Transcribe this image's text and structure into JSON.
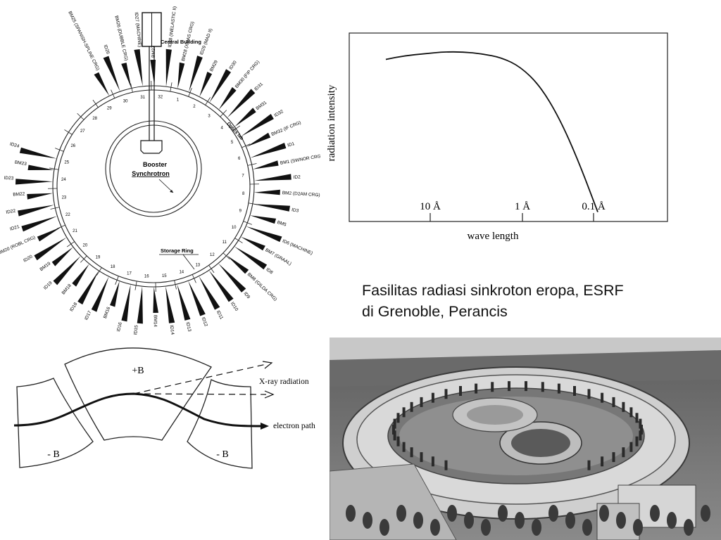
{
  "facility": {
    "central_building": "Central Building",
    "booster_line1": "Booster",
    "booster_line2": "Synchrotron",
    "storage_ring": "Storage Ring",
    "optics_lab": "Optics lab"
  },
  "beamlines": [
    {
      "label": "BM25 (SPANISH-SPLINE CRG)"
    },
    {
      "label": "ID26"
    },
    {
      "label": "BM26 (DUBBLE CRG)"
    },
    {
      "label": "ID27 (MACHINE)"
    },
    {
      "label": "BM27"
    },
    {
      "label": "ID28 (INELASTIC II)"
    },
    {
      "label": "BM28 (XMAS CRG)"
    },
    {
      "label": "ID29 (MAD II)"
    },
    {
      "label": "BM29"
    },
    {
      "label": "ID30"
    },
    {
      "label": "BM30 (FIP CRG)"
    },
    {
      "label": "ID31"
    },
    {
      "label": "BM31"
    },
    {
      "label": "ID32"
    },
    {
      "label": "BM32 (IF CRG)"
    },
    {
      "label": "ID1"
    },
    {
      "label": "BM1 (SWNOR CRG)"
    },
    {
      "label": "ID2"
    },
    {
      "label": "BM2 (D2AM CRG)"
    },
    {
      "label": "ID3"
    },
    {
      "label": "BM5"
    },
    {
      "label": "ID6 (MACHINE)"
    },
    {
      "label": "BM7 (GRAAL)"
    },
    {
      "label": "ID8"
    },
    {
      "label": "BM8 (GILDA CRG)"
    },
    {
      "label": "ID9"
    },
    {
      "label": "ID10"
    },
    {
      "label": "ID11"
    },
    {
      "label": "ID12"
    },
    {
      "label": "ID13"
    },
    {
      "label": "ID14"
    },
    {
      "label": "BM14"
    },
    {
      "label": "ID15"
    },
    {
      "label": "ID16"
    },
    {
      "label": "BM16"
    },
    {
      "label": "ID17"
    },
    {
      "label": "ID18"
    },
    {
      "label": "BM18"
    },
    {
      "label": "ID19"
    },
    {
      "label": "BM19"
    },
    {
      "label": "ID20"
    },
    {
      "label": "BM20 (ROBL CRG)"
    },
    {
      "label": "ID21"
    },
    {
      "label": "ID22"
    },
    {
      "label": "BM22"
    },
    {
      "label": "ID23"
    },
    {
      "label": "BM23"
    },
    {
      "label": "ID24"
    }
  ],
  "cells": [
    "1",
    "2",
    "3",
    "4",
    "5",
    "6",
    "7",
    "8",
    "9",
    "10",
    "11",
    "12",
    "13",
    "14",
    "15",
    "16",
    "17",
    "18",
    "19",
    "20",
    "21",
    "22",
    "23",
    "24",
    "25",
    "26",
    "27",
    "28",
    "29",
    "30",
    "31",
    "32"
  ],
  "chart_data": {
    "type": "line",
    "title": "",
    "xlabel": "wave length",
    "ylabel": "radiation intensity",
    "x_ticks": [
      "10 Å",
      "1 Å",
      "0.1 Å"
    ],
    "grid": false,
    "series": [
      {
        "values": [
          0.86,
          0.88,
          0.89,
          0.9,
          0.9,
          0.89,
          0.87,
          0.82,
          0.72,
          0.55,
          0.32,
          0.05
        ]
      }
    ]
  },
  "caption": {
    "line1": "Fasilitas radiasi sinkroton eropa, ESRF",
    "line2": "di Grenoble, Perancis"
  },
  "wiggler": {
    "plus_b": "+B",
    "minus_b_left": "- B",
    "minus_b_right": "- B",
    "xray_label": "X-ray radiation",
    "electron_label": "electron path"
  }
}
